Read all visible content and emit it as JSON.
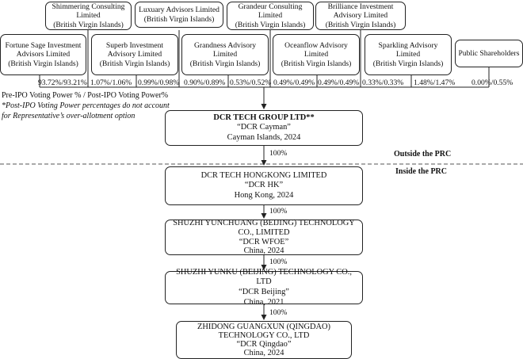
{
  "shareholders_top": [
    {
      "name": "Shimmering Consulting Limited",
      "place": "(British Virgin Islands)",
      "pct": "1.07%/1.06%"
    },
    {
      "name": "Luxuary Advisors Limited",
      "place": "(British Virgin Islands)",
      "pct": "0.99%/0.98%"
    },
    {
      "name": "Grandeur Consulting Limited",
      "place": "(British Virgin Islands)",
      "pct": "0.53%/0.52%"
    },
    {
      "name": "Brilliance Investment Advisory Limited",
      "place": "(British Virgin Islands)",
      "pct": "0.49%/0.49%"
    }
  ],
  "shareholders_bottom": [
    {
      "name": "Fortune Sage Investment Advisors Limited",
      "place": "(British Virgin Islands)",
      "pct": "93.72%/93.21%"
    },
    {
      "name": "Superb Investment Advisory Limited",
      "place": "(British Virgin Islands)",
      "pct": "0.90%/0.89%"
    },
    {
      "name": "Grandness Advisory Limited",
      "place": "(British Virgin Islands)",
      "pct": "0.49%/0.49%"
    },
    {
      "name": "Oceanflow Advisory Limited",
      "place": "(British Virgin Islands)",
      "pct": "0.33%/0.33%"
    },
    {
      "name": "Sparkling Advisory Limited",
      "place": "(British Virgin Islands)",
      "pct": "1.48%/1.47%"
    },
    {
      "name": "Public Shareholders",
      "place": "",
      "pct": "0.00%/0.55%"
    }
  ],
  "notes": {
    "voting_power": "Pre-IPO Voting Power % / Post-IPO Voting Power%",
    "footnote_line1": "*Post-IPO Voting Power percentages do not account",
    "footnote_line2": "for Representative’s over-allotment option"
  },
  "entities": [
    {
      "name": "DCR TECH GROUP LTD**",
      "alias": "“DCR Cayman”",
      "place": "Cayman Islands, 2024"
    },
    {
      "name": "DCR TECH HONGKONG LIMITED",
      "alias": "“DCR HK”",
      "place": "Hong Kong, 2024"
    },
    {
      "name": "SHUZHI YUNCHUANG (BEIJING) TECHNOLOGY CO., LIMITED",
      "alias": "“DCR WFOE”",
      "place": "China, 2024"
    },
    {
      "name": "SHUZHI YUNKU (BEIJING) TECHNOLOGY CO., LTD",
      "alias": "“DCR Beijing”",
      "place": "China, 2021"
    },
    {
      "name": "ZHIDONG GUANGXUN (QINGDAO) TECHNOLOGY CO., LTD",
      "alias": "“DCR Qingdao”",
      "place": "China, 2024"
    }
  ],
  "ownership_links": [
    "100%",
    "100%",
    "100%",
    "100%"
  ],
  "regions": {
    "outside": "Outside the PRC",
    "inside": "Inside the PRC"
  }
}
